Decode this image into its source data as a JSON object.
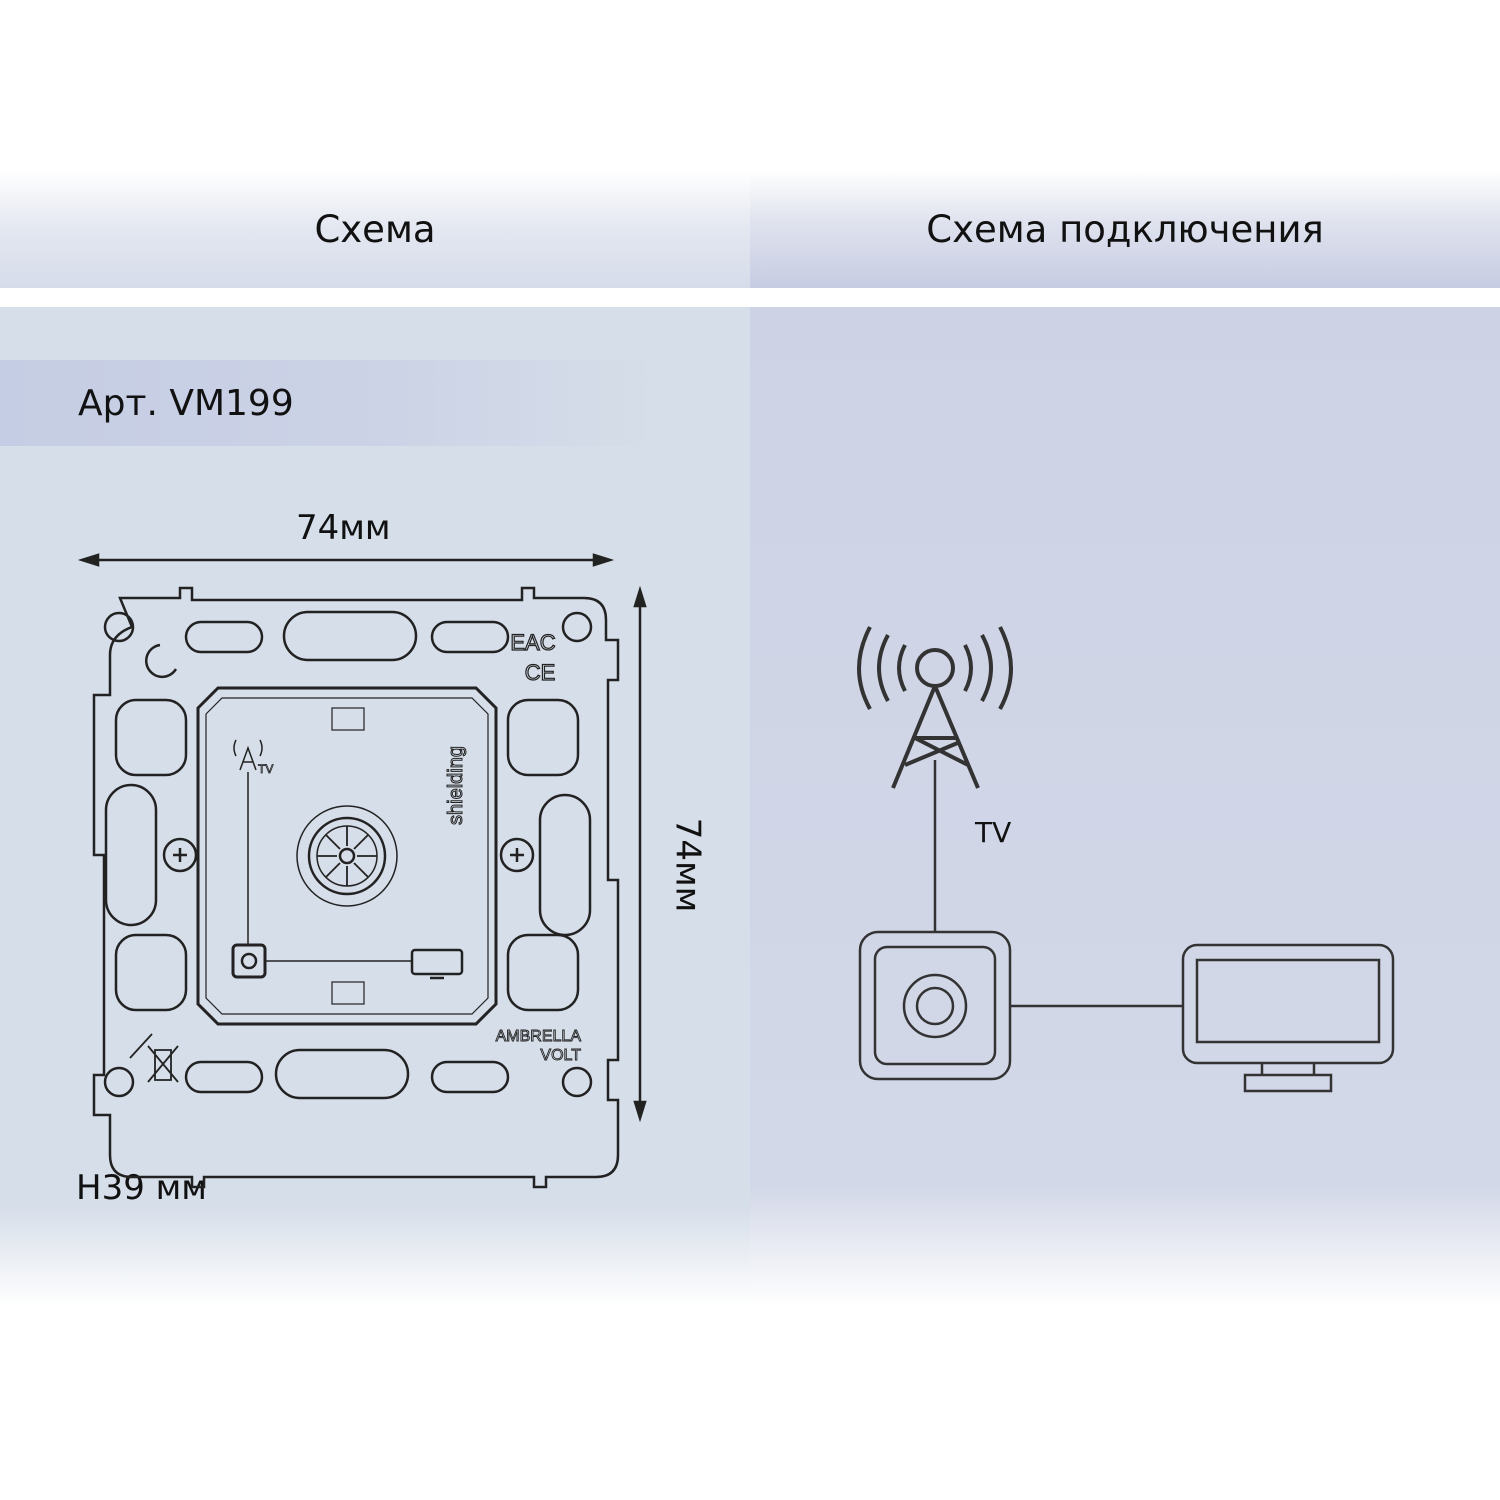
{
  "header": {
    "left_title": "Схема",
    "right_title": "Схема подключения"
  },
  "left": {
    "article": "Арт. VM199",
    "width_dim": "74мм",
    "height_dim": "74мм",
    "depth": "H39 мм",
    "device_marks": {
      "shielding": "shielding",
      "tv": "TV",
      "brand_line1": "AMBRELLA",
      "brand_line2": "VOLT",
      "eac": "EAC",
      "ce": "CE"
    }
  },
  "right": {
    "antenna_label": "TV"
  }
}
